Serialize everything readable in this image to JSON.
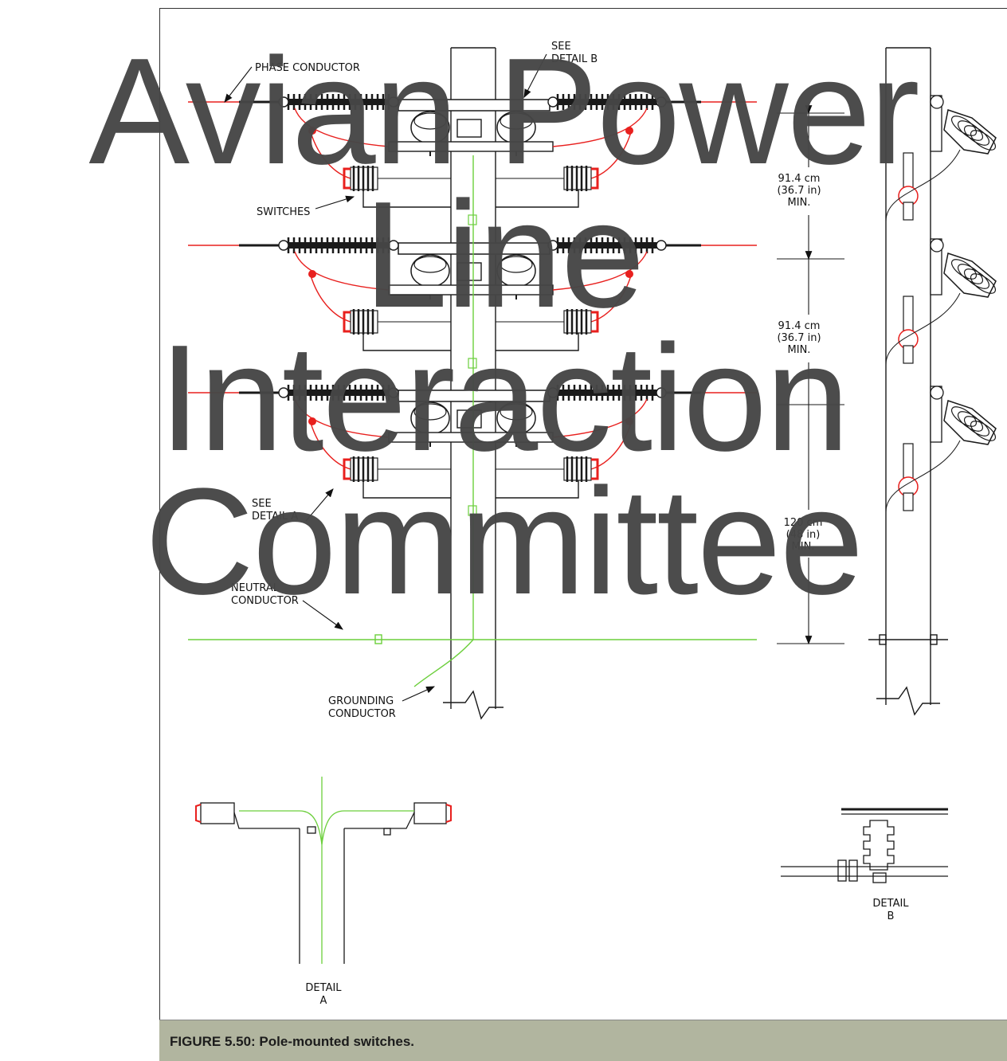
{
  "labels": {
    "phase_conductor": "PHASE CONDUCTOR",
    "see_detail_b_1": "SEE",
    "see_detail_b_2": "DETAIL B",
    "switches": "SWITCHES",
    "see_detail_a_1": "SEE",
    "see_detail_a_2": "DETAIL A",
    "neutral_1": "NEUTRAL",
    "neutral_2": "CONDUCTOR",
    "grounding_1": "GROUNDING",
    "grounding_2": "CONDUCTOR",
    "dim1_a": "91.4 cm",
    "dim1_b": "(36.7 in)",
    "dim1_c": "MIN.",
    "dim2_a": "91.4 cm",
    "dim2_b": "(36.7 in)",
    "dim2_c": "MIN.",
    "dim3_a": "120 cm",
    "dim3_b": "(48 in)",
    "dim3_c": "MIN.",
    "detail_a_1": "DETAIL",
    "detail_a_2": "A",
    "detail_b_1": "DETAIL",
    "detail_b_2": "B"
  },
  "watermark": {
    "line1": "Avian Power",
    "line2": "Line",
    "line3": "Interaction",
    "line4": "Committee"
  },
  "caption": "FIGURE 5.50: Pole-mounted switches.",
  "colors": {
    "phase_conductor": "#e8201e",
    "neutral_conductor": "#6ccf3c",
    "linework": "#1a1a1a",
    "caption_bar": "#b1b59f"
  }
}
